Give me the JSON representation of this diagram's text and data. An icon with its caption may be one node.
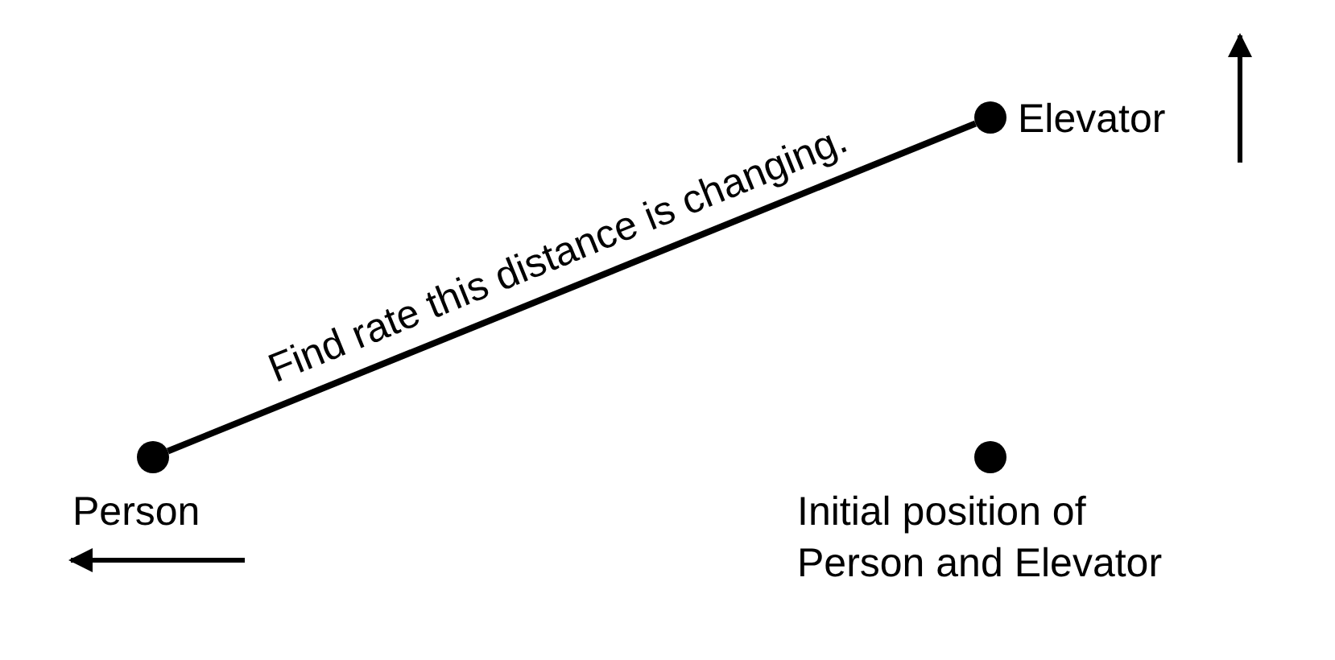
{
  "diagram": {
    "nodes": [
      {
        "text": [
          "Person"
        ]
      },
      {
        "text": [
          "Elevator"
        ]
      },
      {
        "text": [
          "Initial position of Person and Elevator"
        ]
      }
    ],
    "edges": [
      {
        "from": 0,
        "to": 1,
        "arrow": "none",
        "label": "Find rate this distance is changing."
      }
    ]
  }
}
